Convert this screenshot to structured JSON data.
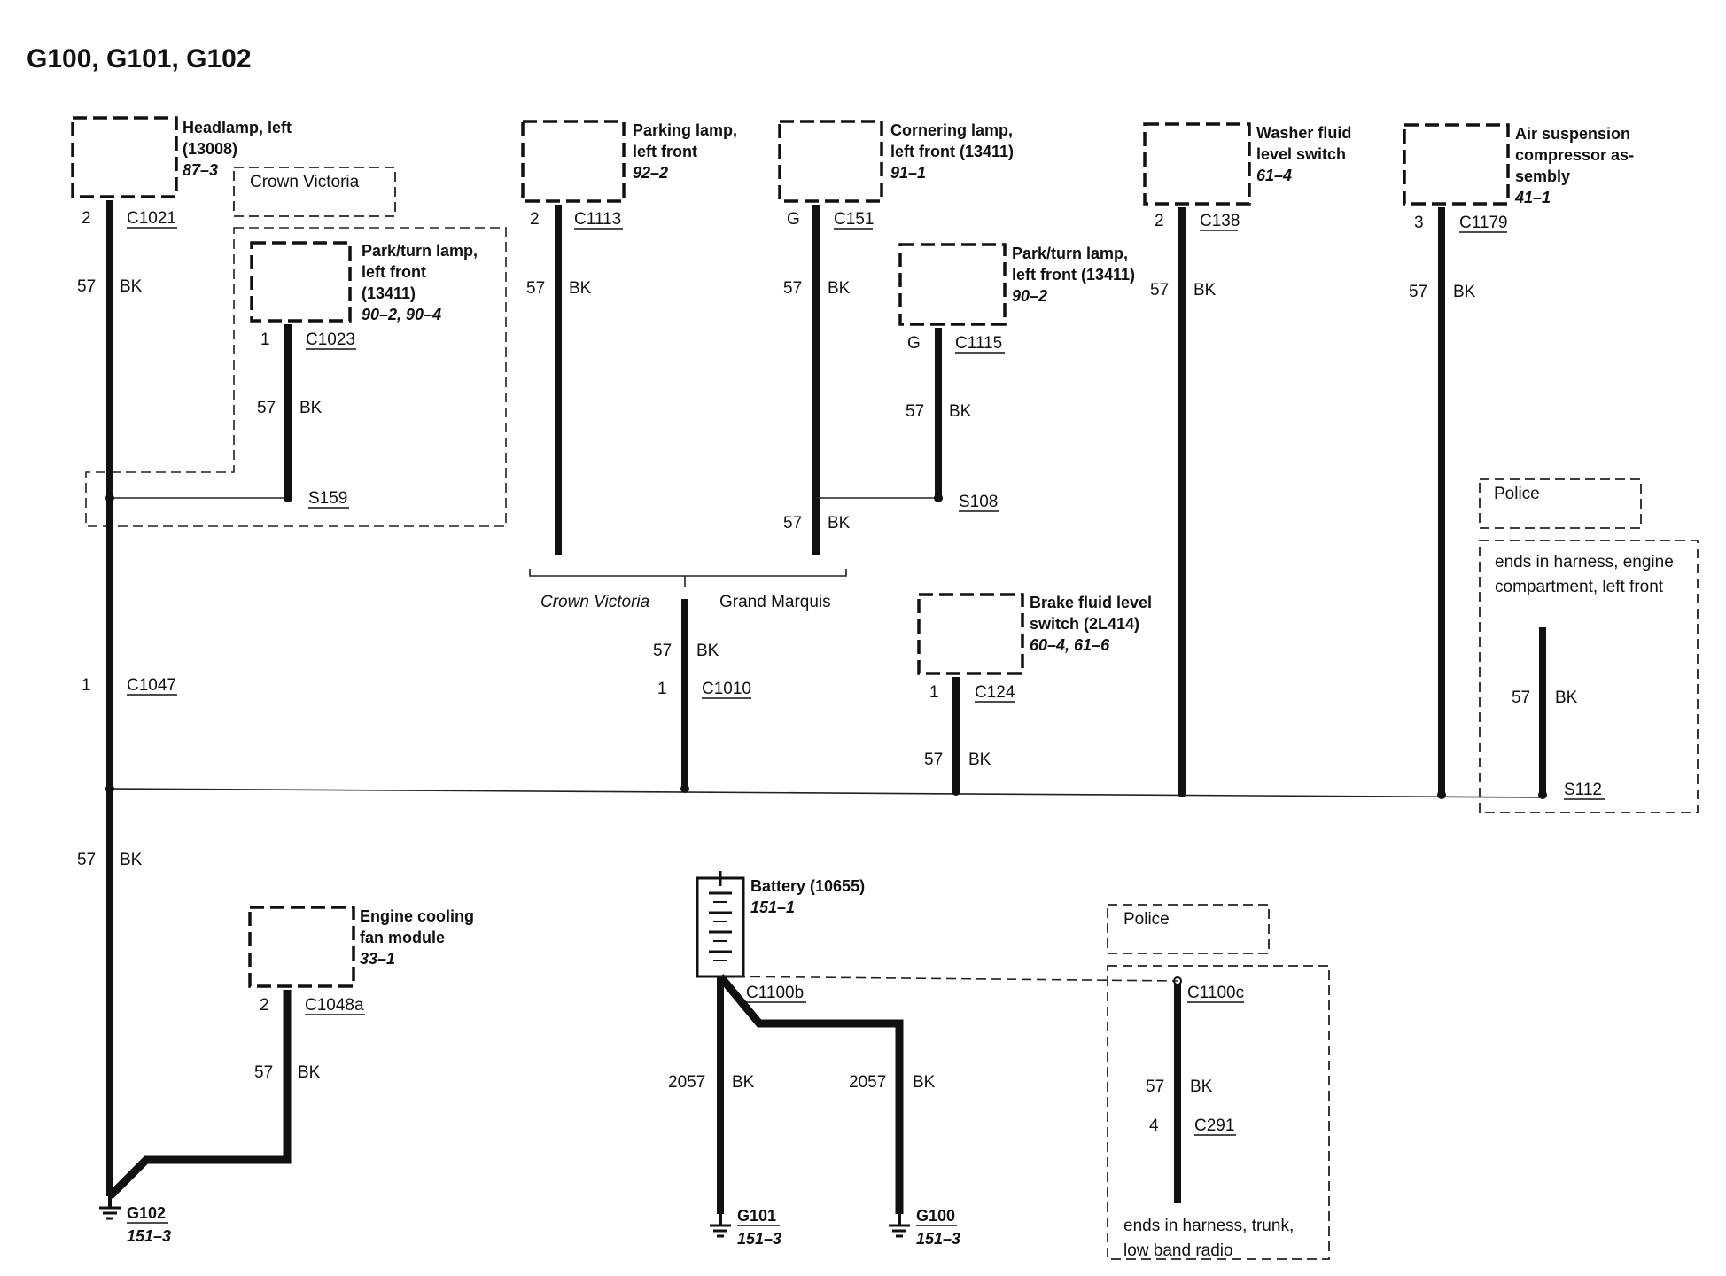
{
  "title": "G100, G101, G102",
  "wire": {
    "gauge": "57",
    "color": "BK",
    "gauge_battery": "2057"
  },
  "components": {
    "headlamp": {
      "name_line1": "Headlamp, left",
      "name_line2": "(13008)",
      "ref": "87–3",
      "pin": "2",
      "connector": "C1021"
    },
    "parkturn_cv": {
      "name_line1": "Park/turn lamp,",
      "name_line2": "left front",
      "name_line3": "(13411)",
      "ref": "90–2, 90–4",
      "pin": "1",
      "connector": "C1023",
      "splice": "S159"
    },
    "parking_lamp": {
      "name_line1": "Parking lamp,",
      "name_line2": "left front",
      "ref": "92–2",
      "pin": "2",
      "connector": "C1113"
    },
    "cornering_lamp": {
      "name_line1": "Cornering lamp,",
      "name_line2": "left front (13411)",
      "ref": "91–1",
      "pin": "G",
      "connector": "C151"
    },
    "parkturn_gm": {
      "name_line1": "Park/turn lamp,",
      "name_line2": "left front (13411)",
      "ref": "90–2",
      "pin": "G",
      "connector": "C1115",
      "splice": "S108"
    },
    "washer": {
      "name_line1": "Washer fluid",
      "name_line2": "level switch",
      "ref": "61–4",
      "pin": "2",
      "connector": "C138"
    },
    "air_susp": {
      "name_line1": "Air suspension",
      "name_line2": "compressor as-",
      "name_line3": "sembly",
      "ref": "41–1",
      "pin": "3",
      "connector": "C1179"
    },
    "brake_fluid": {
      "name_line1": "Brake fluid level",
      "name_line2": "switch (2L414)",
      "ref": "60–4, 61–6",
      "pin": "1",
      "connector": "C124"
    },
    "fan_module": {
      "name_line1": "Engine cooling",
      "name_line2": "fan module",
      "ref": "33–1",
      "pin": "2",
      "connector": "C1048a"
    },
    "battery": {
      "name": "Battery (10655)",
      "ref": "151–1",
      "connector": "C1100b"
    }
  },
  "labels": {
    "crown_victoria_box": "Crown Victoria",
    "crown_victoria": "Crown Victoria",
    "grand_marquis": "Grand Marquis",
    "c1047_pin": "1",
    "c1047": "C1047",
    "c1010_pin": "1",
    "c1010": "C1010",
    "police_1": "Police",
    "police_2": "Police",
    "ends_engine_1": "ends in harness, engine",
    "ends_engine_2": "compartment, left front",
    "s112": "S112",
    "c1100c": "C1100c",
    "c291_pin": "4",
    "c291": "C291",
    "ends_trunk_1": "ends in harness, trunk,",
    "ends_trunk_2": "low band radio"
  },
  "grounds": {
    "g102": {
      "name": "G102",
      "ref": "151–3"
    },
    "g101": {
      "name": "G101",
      "ref": "151–3"
    },
    "g100": {
      "name": "G100",
      "ref": "151–3"
    }
  }
}
